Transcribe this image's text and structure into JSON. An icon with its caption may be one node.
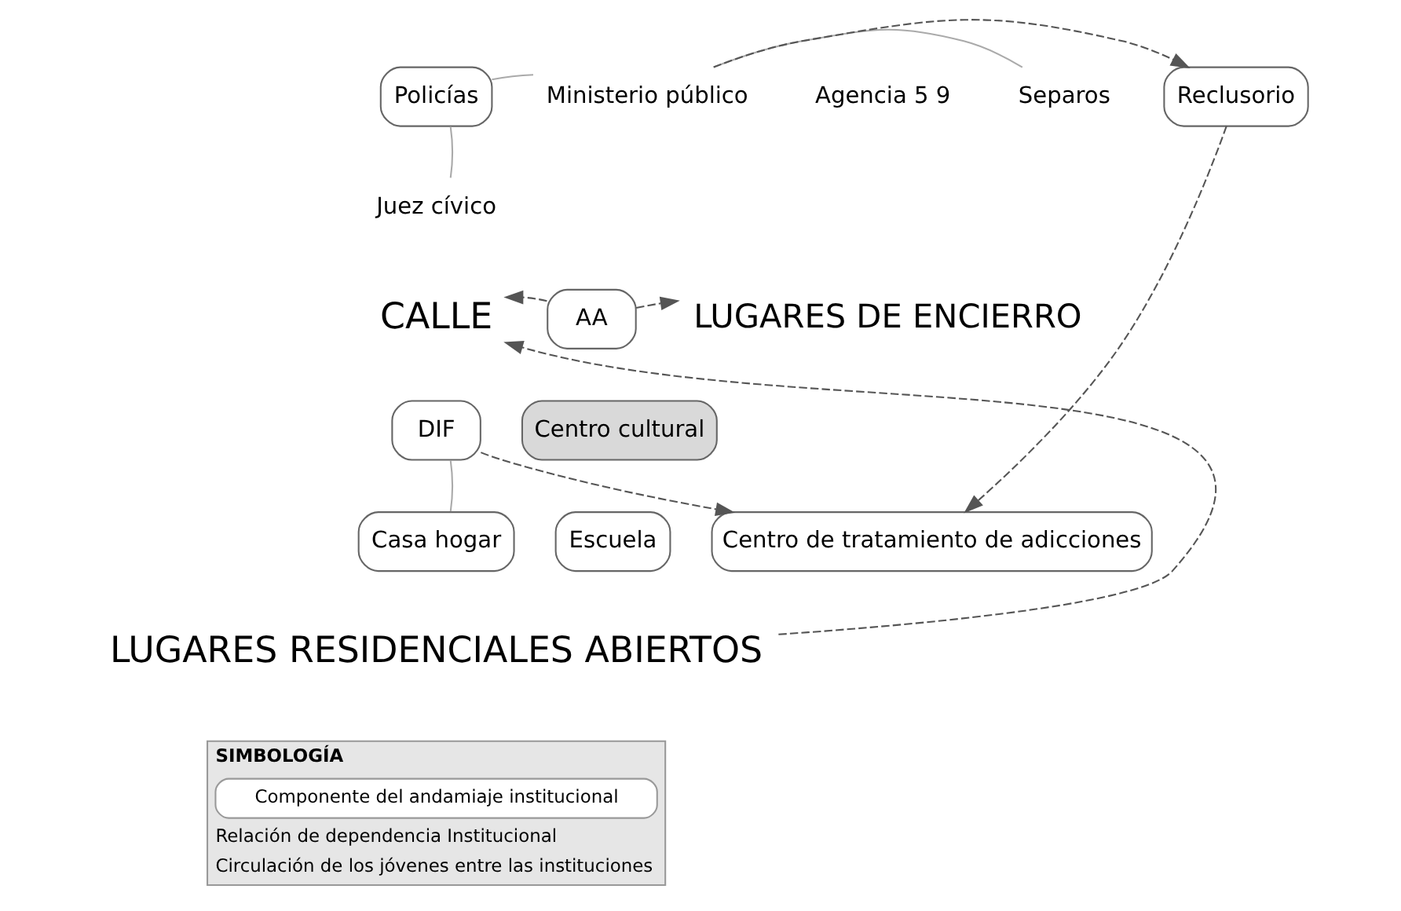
{
  "diagram": {
    "nodes": [
      {
        "text": [
          "Policías"
        ]
      },
      {
        "text": [
          "Ministerio público"
        ]
      },
      {
        "text": [
          "Agencia 5 9"
        ]
      },
      {
        "text": [
          "Separos"
        ]
      },
      {
        "text": [
          "Juez cívico"
        ]
      },
      {
        "text": [
          "Reclusorio"
        ]
      },
      {
        "text": [
          "CALLE"
        ]
      },
      {
        "text": [
          "AA"
        ]
      },
      {
        "text": [
          "Centro cultural"
        ]
      },
      {
        "text": [
          "DIF"
        ]
      },
      {
        "text": [
          "Casa hogar"
        ]
      },
      {
        "text": [
          "Escuela"
        ]
      },
      {
        "text": [
          "Centro de tratamiento de adicciones"
        ]
      },
      {
        "text": [
          "LUGARES DE ENCIERRO"
        ]
      },
      {
        "text": [
          "LUGARES RESIDENCIALES ABIERTOS"
        ]
      }
    ],
    "edges": [
      {
        "from": 0,
        "to": 1,
        "arrow": "none",
        "color": "#aaaaaa"
      },
      {
        "from": 0,
        "to": 4,
        "arrow": "none",
        "color": "#aaaaaa"
      },
      {
        "from": 1,
        "to": 3,
        "arrow": "none",
        "color": "#aaaaaa"
      },
      {
        "from": 1,
        "to": 5,
        "arrow": "to",
        "style": "dashed"
      },
      {
        "from": 5,
        "to": 12,
        "arrow": "to",
        "style": "dashed"
      },
      {
        "from": 7,
        "to": 6,
        "arrow": "to",
        "style": "dashed"
      },
      {
        "from": 7,
        "to": 13,
        "arrow": "to",
        "style": "dashed"
      },
      {
        "from": 9,
        "to": 12,
        "arrow": "to",
        "style": "dashed"
      },
      {
        "from": 9,
        "to": 10,
        "arrow": "none",
        "color": "#aaaaaa"
      },
      {
        "from": 14,
        "to": 6,
        "arrow": "to",
        "style": "dashed"
      }
    ],
    "labels": [
      "SIMBOLOGÍA"
    ],
    "legend": [
      {
        "text": "Componente del andamiaje institucional"
      },
      {
        "text": "Relación de dependencia Institucional"
      },
      {
        "text": "Circulación de los jóvenes entre las instituciones"
      }
    ]
  }
}
